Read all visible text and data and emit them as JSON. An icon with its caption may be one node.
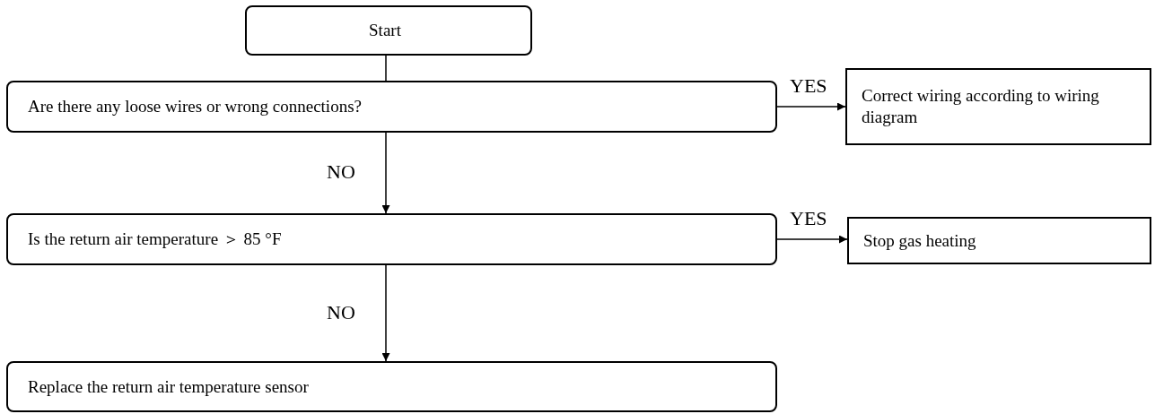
{
  "diagram": {
    "nodes": [
      {
        "text": [
          "Start"
        ]
      },
      {
        "text": [
          "Are there any loose wires or wrong connections?"
        ]
      },
      {
        "text": [
          "Correct wiring according to wiring diagram"
        ]
      },
      {
        "text": [
          "Is the return air temperature ＞ 85 °F"
        ]
      },
      {
        "text": [
          "Stop gas heating"
        ]
      },
      {
        "text": [
          "Replace the return air temperature sensor"
        ]
      }
    ],
    "edges": [
      {
        "from": 0,
        "to": 1,
        "arrow": "none"
      },
      {
        "from": 1,
        "to": 2,
        "arrow": "to",
        "label": "YES"
      },
      {
        "from": 1,
        "to": 3,
        "arrow": "to",
        "label": "NO"
      },
      {
        "from": 3,
        "to": 4,
        "arrow": "to",
        "label": "YES"
      },
      {
        "from": 3,
        "to": 5,
        "arrow": "to",
        "label": "NO"
      }
    ]
  }
}
